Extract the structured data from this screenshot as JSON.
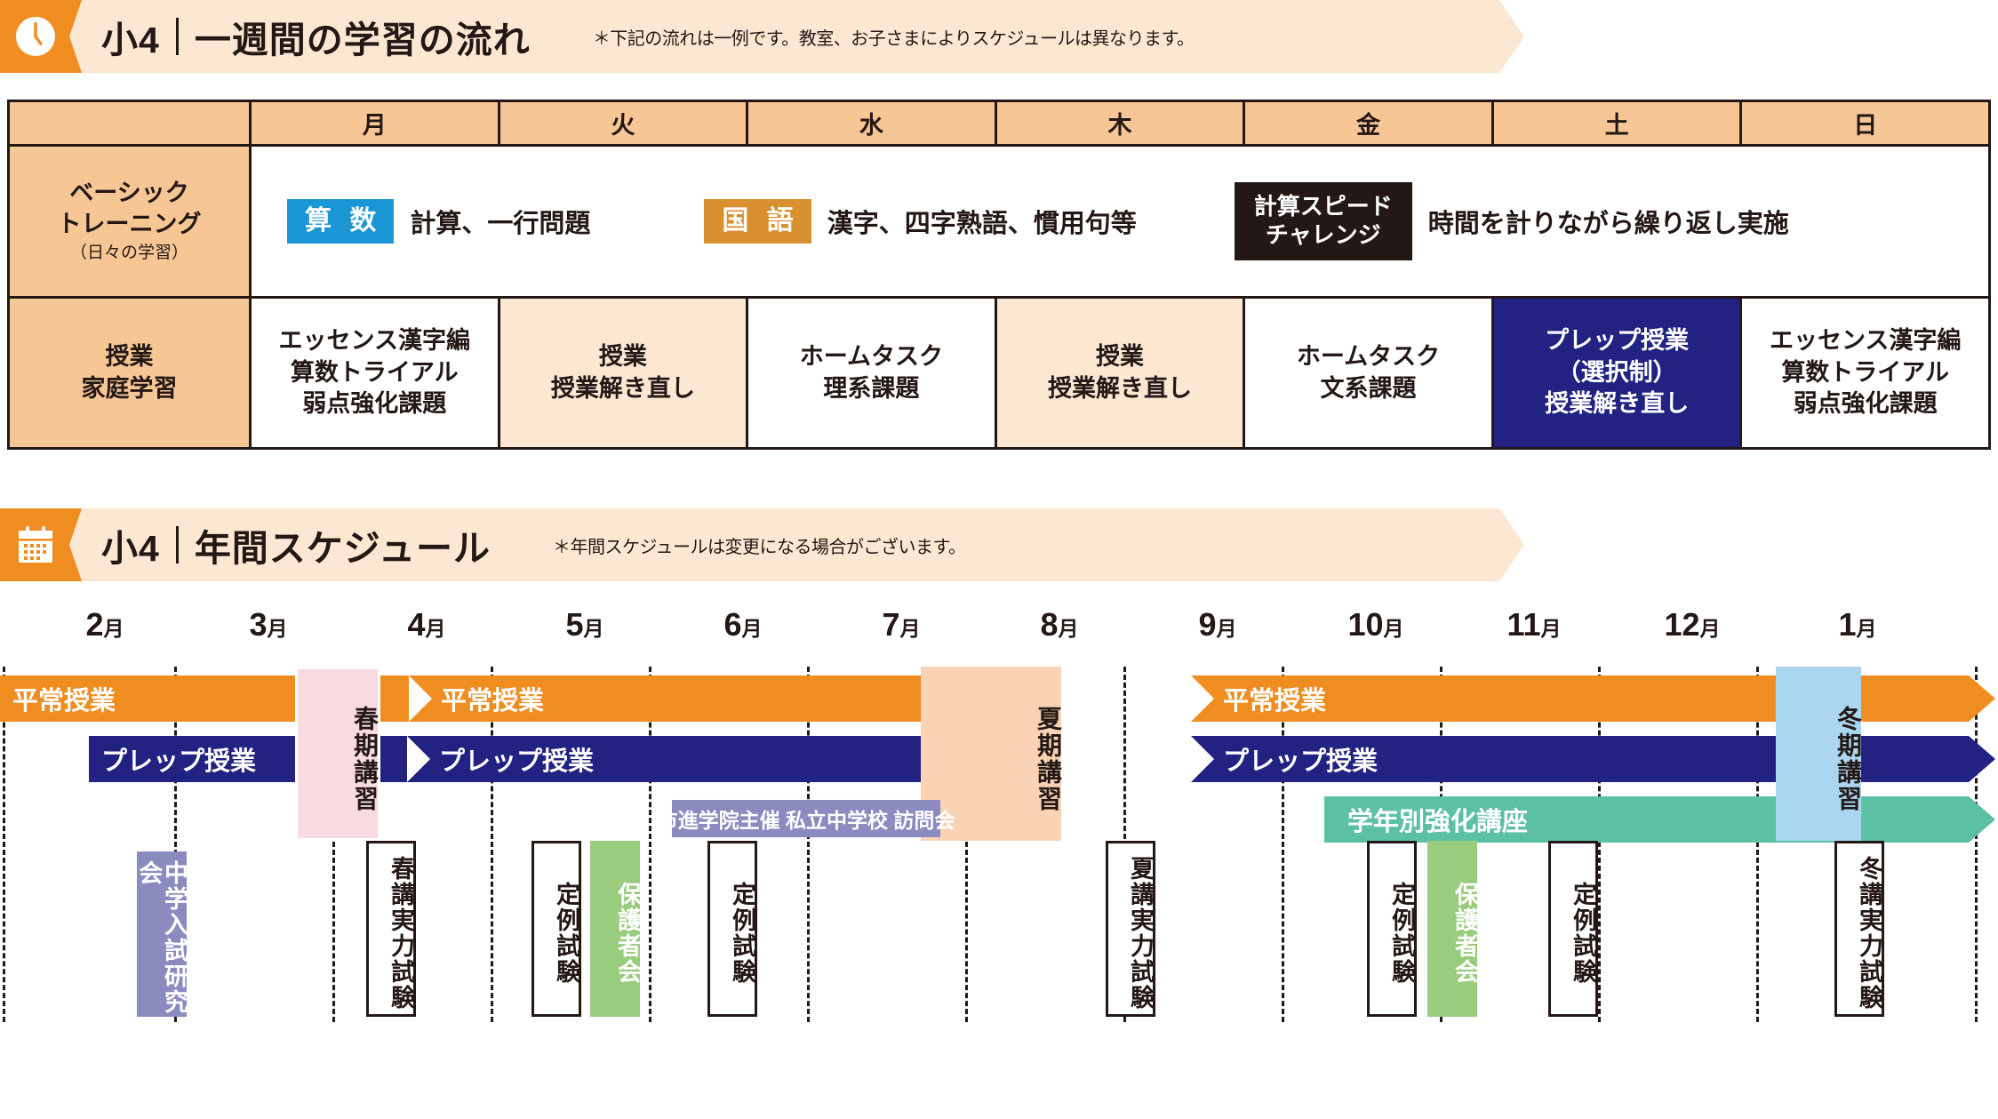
{
  "weekly_section": {
    "icon": "clock-icon",
    "grade": "小4",
    "title": "一週間の学習の流れ",
    "note": "＊下記の流れは一例です。教室、お子さまによりスケジュールは異なります。",
    "accent": "#ef8d20",
    "header_bg": "#fbe7d2",
    "days": [
      "月",
      "火",
      "水",
      "木",
      "金",
      "土",
      "日"
    ],
    "rows": [
      {
        "label": "ベーシック\nトレーニング",
        "label_line1": "ベーシック",
        "label_line2": "トレーニング",
        "label_sub": "（日々の学習）",
        "items": [
          {
            "badge": "算 数",
            "badge_color": "#1b96d4",
            "text": "計算、一行問題"
          },
          {
            "badge": "国 語",
            "badge_color": "#d9902f",
            "text": "漢字、四字熟語、慣用句等"
          },
          {
            "box_line1": "計算スピード",
            "box_line2": "チャレンジ",
            "box_color": "#231815",
            "text": "時間を計りながら繰り返し実施"
          }
        ]
      },
      {
        "label_line1": "授業",
        "label_line2": "家庭学習",
        "cells": [
          {
            "day": "月",
            "lines": [
              "エッセンス漢字編",
              "算数トライアル",
              "弱点強化課題"
            ],
            "style": "white"
          },
          {
            "day": "火",
            "lines": [
              "授業",
              "授業解き直し"
            ],
            "style": "cream"
          },
          {
            "day": "水",
            "lines": [
              "ホームタスク",
              "理系課題"
            ],
            "style": "white"
          },
          {
            "day": "木",
            "lines": [
              "授業",
              "授業解き直し"
            ],
            "style": "cream"
          },
          {
            "day": "金",
            "lines": [
              "ホームタスク",
              "文系課題"
            ],
            "style": "white"
          },
          {
            "day": "土",
            "lines": [
              "プレップ授業",
              "（選択制）",
              "授業解き直し"
            ],
            "style": "navy"
          },
          {
            "day": "日",
            "lines": [
              "エッセンス漢字編",
              "算数トライアル",
              "弱点強化課題"
            ],
            "style": "white"
          }
        ]
      }
    ]
  },
  "annual_section": {
    "icon": "calendar-icon",
    "grade": "小4",
    "title": "年間スケジュール",
    "note": "＊年間スケジュールは変更になる場合がございます。",
    "months": [
      {
        "num": "2",
        "suffix": "月"
      },
      {
        "num": "3",
        "suffix": "月"
      },
      {
        "num": "4",
        "suffix": "月"
      },
      {
        "num": "5",
        "suffix": "月"
      },
      {
        "num": "6",
        "suffix": "月"
      },
      {
        "num": "7",
        "suffix": "月"
      },
      {
        "num": "8",
        "suffix": "月"
      },
      {
        "num": "9",
        "suffix": "月"
      },
      {
        "num": "10",
        "suffix": "月"
      },
      {
        "num": "11",
        "suffix": "月"
      },
      {
        "num": "12",
        "suffix": "月"
      },
      {
        "num": "1",
        "suffix": "月"
      }
    ],
    "bars": [
      {
        "label": "平常授業",
        "color": "#ef8d20",
        "row": 1,
        "segment": 1
      },
      {
        "label": "平常授業",
        "color": "#ef8d20",
        "row": 1,
        "segment": 2
      },
      {
        "label": "平常授業",
        "color": "#ef8d20",
        "row": 1,
        "segment": 3
      },
      {
        "label": "プレップ授業",
        "color": "#222282",
        "row": 2,
        "segment": 1
      },
      {
        "label": "プレップ授業",
        "color": "#222282",
        "row": 2,
        "segment": 2
      },
      {
        "label": "プレップ授業",
        "color": "#222282",
        "row": 2,
        "segment": 3
      },
      {
        "label": "学年別強化講座",
        "color": "#5cc0a5",
        "row": 3,
        "segment": 1
      }
    ],
    "seasonal_blocks": [
      {
        "label": "春期講習",
        "color": "#f8dbe0",
        "month": "3月"
      },
      {
        "label": "夏期講習",
        "color": "#f9d3b4",
        "month": "8月"
      },
      {
        "label": "冬期講習",
        "color": "#aad6f0",
        "month": "12月"
      }
    ],
    "event_bars": [
      {
        "label": "市進学院主催 私立中学校 訪問会",
        "color": "#8b8bc0",
        "month": "6月"
      }
    ],
    "event_tags": [
      {
        "label": "中学入試研究会",
        "style": "purple",
        "month": "3月"
      },
      {
        "label": "春講実力試験",
        "style": "box",
        "month": "4月"
      },
      {
        "label": "定例試験",
        "style": "box",
        "month": "5月"
      },
      {
        "label": "保護者会",
        "style": "green",
        "month": "5月"
      },
      {
        "label": "定例試験",
        "style": "box",
        "month": "6月"
      },
      {
        "label": "夏講実力試験",
        "style": "box",
        "month": "8月"
      },
      {
        "label": "定例試験",
        "style": "box",
        "month": "10月"
      },
      {
        "label": "保護者会",
        "style": "green",
        "month": "10月"
      },
      {
        "label": "定例試験",
        "style": "box",
        "month": "11月"
      },
      {
        "label": "冬講実力試験",
        "style": "box",
        "month": "1月"
      }
    ]
  }
}
